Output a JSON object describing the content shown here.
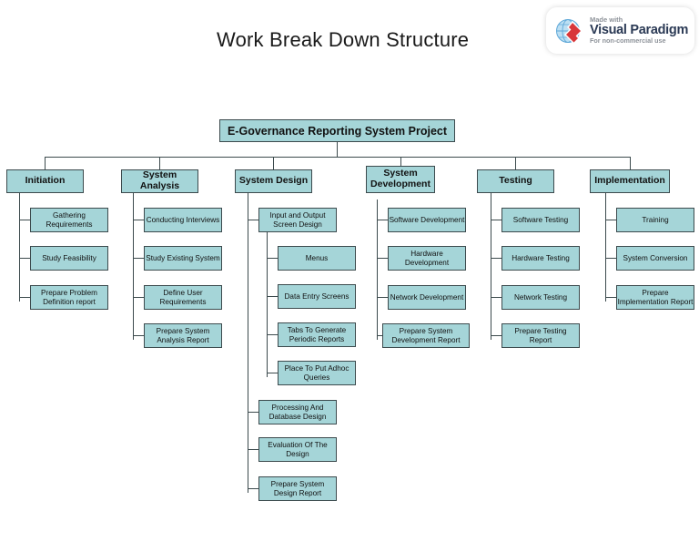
{
  "diagram": {
    "title": "Work Break Down Structure",
    "type": "work-breakdown-structure",
    "colors": {
      "node_fill": "#a5d5d8",
      "node_border": "#3c4a4d",
      "connector": "#3c4a4d",
      "text": "#111111",
      "background": "#ffffff"
    }
  },
  "watermark": {
    "made_with": "Made with",
    "brand": "Visual Paradigm",
    "license": "For non-commercial use"
  },
  "root": {
    "label": "E-Governance Reporting System Project"
  },
  "branches": [
    {
      "label": "Initiation",
      "children": [
        {
          "label": "Gathering Requirements"
        },
        {
          "label": "Study Feasibility"
        },
        {
          "label": "Prepare Problem Definition report"
        }
      ]
    },
    {
      "label": "System Analysis",
      "children": [
        {
          "label": "Conducting Interviews"
        },
        {
          "label": "Study Existing System"
        },
        {
          "label": "Define User Requirements"
        },
        {
          "label": "Prepare System Analysis Report"
        }
      ]
    },
    {
      "label": "System Design",
      "children": [
        {
          "label": "Input and Output Screen Design",
          "children": [
            {
              "label": "Menus"
            },
            {
              "label": "Data Entry Screens"
            },
            {
              "label": "Tabs To Generate Periodic Reports"
            },
            {
              "label": "Place To Put Adhoc Queries"
            }
          ]
        },
        {
          "label": "Processing And Database Design"
        },
        {
          "label": "Evaluation Of The Design"
        },
        {
          "label": "Prepare System Design Report"
        }
      ]
    },
    {
      "label": "System Development",
      "children": [
        {
          "label": "Software Development"
        },
        {
          "label": "Hardware Development"
        },
        {
          "label": "Network Development"
        },
        {
          "label": "Prepare System Development Report"
        }
      ]
    },
    {
      "label": "Testing",
      "children": [
        {
          "label": "Software Testing"
        },
        {
          "label": "Hardware Testing"
        },
        {
          "label": "Network Testing"
        },
        {
          "label": "Prepare Testing Report"
        }
      ]
    },
    {
      "label": "Implementation",
      "children": [
        {
          "label": "Training"
        },
        {
          "label": "System Conversion"
        },
        {
          "label": "Prepare Implementation Report"
        }
      ]
    }
  ]
}
